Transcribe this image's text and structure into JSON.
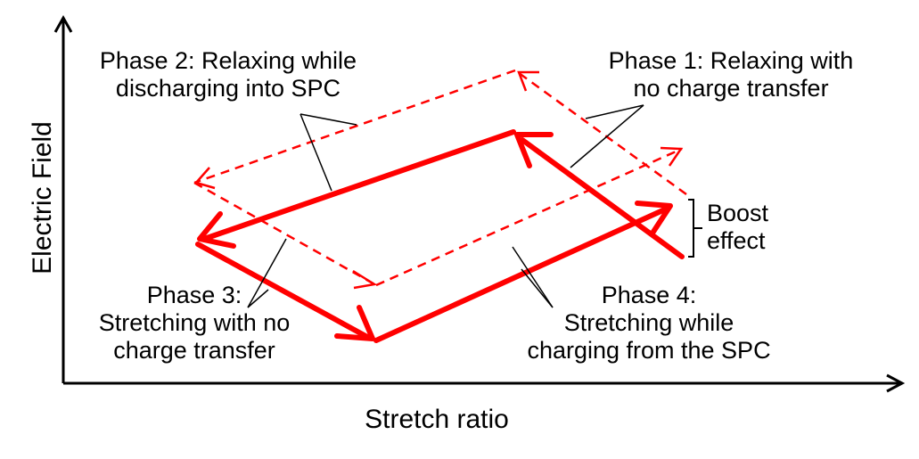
{
  "axes": {
    "x_label": "Stretch ratio",
    "y_label": "Electric Field"
  },
  "phases": {
    "phase1": {
      "line1": "Phase 1: Relaxing with",
      "line2": "no charge transfer"
    },
    "phase2": {
      "line1": "Phase 2: Relaxing while",
      "line2": "discharging into SPC"
    },
    "phase3": {
      "line1": "Phase 3:",
      "line2": "Stretching with no",
      "line3": "charge transfer"
    },
    "phase4": {
      "line1": "Phase 4:",
      "line2": "Stretching while",
      "line3": "charging from the SPC"
    }
  },
  "boost": {
    "line1": "Boost",
    "line2": "effect"
  },
  "colors": {
    "cycle": "#ff0000",
    "axis": "#000000",
    "text": "#000000"
  }
}
